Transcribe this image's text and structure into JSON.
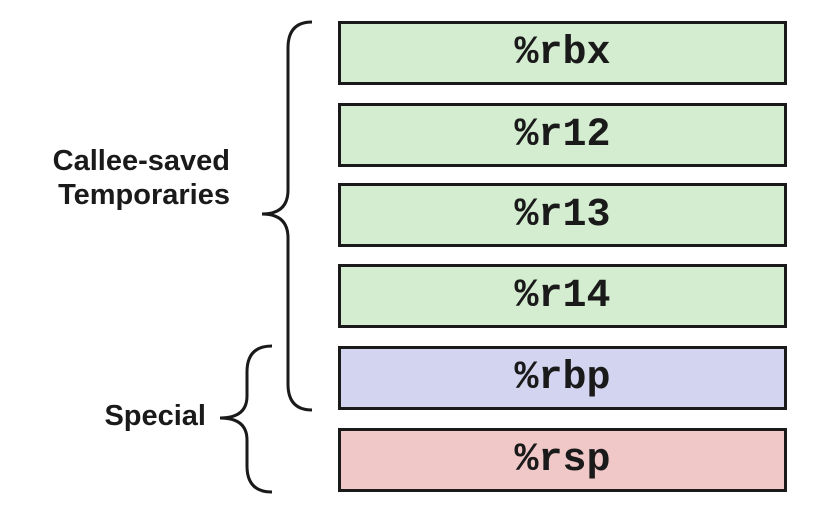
{
  "registers": [
    {
      "name": "%rbx",
      "color": "#d4ecd0"
    },
    {
      "name": "%r12",
      "color": "#d4ecd0"
    },
    {
      "name": "%r13",
      "color": "#d4ecd0"
    },
    {
      "name": "%r14",
      "color": "#d4ecd0"
    },
    {
      "name": "%rbp",
      "color": "#d2d4f0"
    },
    {
      "name": "%rsp",
      "color": "#f0c8c8"
    }
  ],
  "groups": {
    "callee_saved": {
      "line1": "Callee-saved",
      "line2": "Temporaries"
    },
    "special": {
      "label": "Special"
    }
  }
}
